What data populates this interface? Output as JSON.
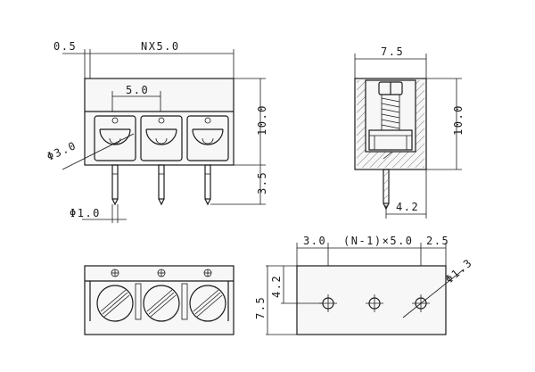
{
  "diagram": {
    "type": "terminal-block-technical-drawing",
    "dimensions": {
      "offset": "0.5",
      "total_length": "NX5.0",
      "pitch": "5.0",
      "hole_diameter": "Φ3.0",
      "height_body": "10.0",
      "pin_length": "3.5",
      "pin_diameter": "Φ1.0",
      "side_width": "7.5",
      "side_height": "10.0",
      "side_pin_offset": "4.2",
      "pcb_edge": "3.0",
      "pcb_span": "(N-1)×5.0",
      "pcb_end": "2.5",
      "pcb_hole_diameter": "Φ1.3",
      "pcb_height": "7.5",
      "pcb_row_offset": "4.2"
    }
  }
}
